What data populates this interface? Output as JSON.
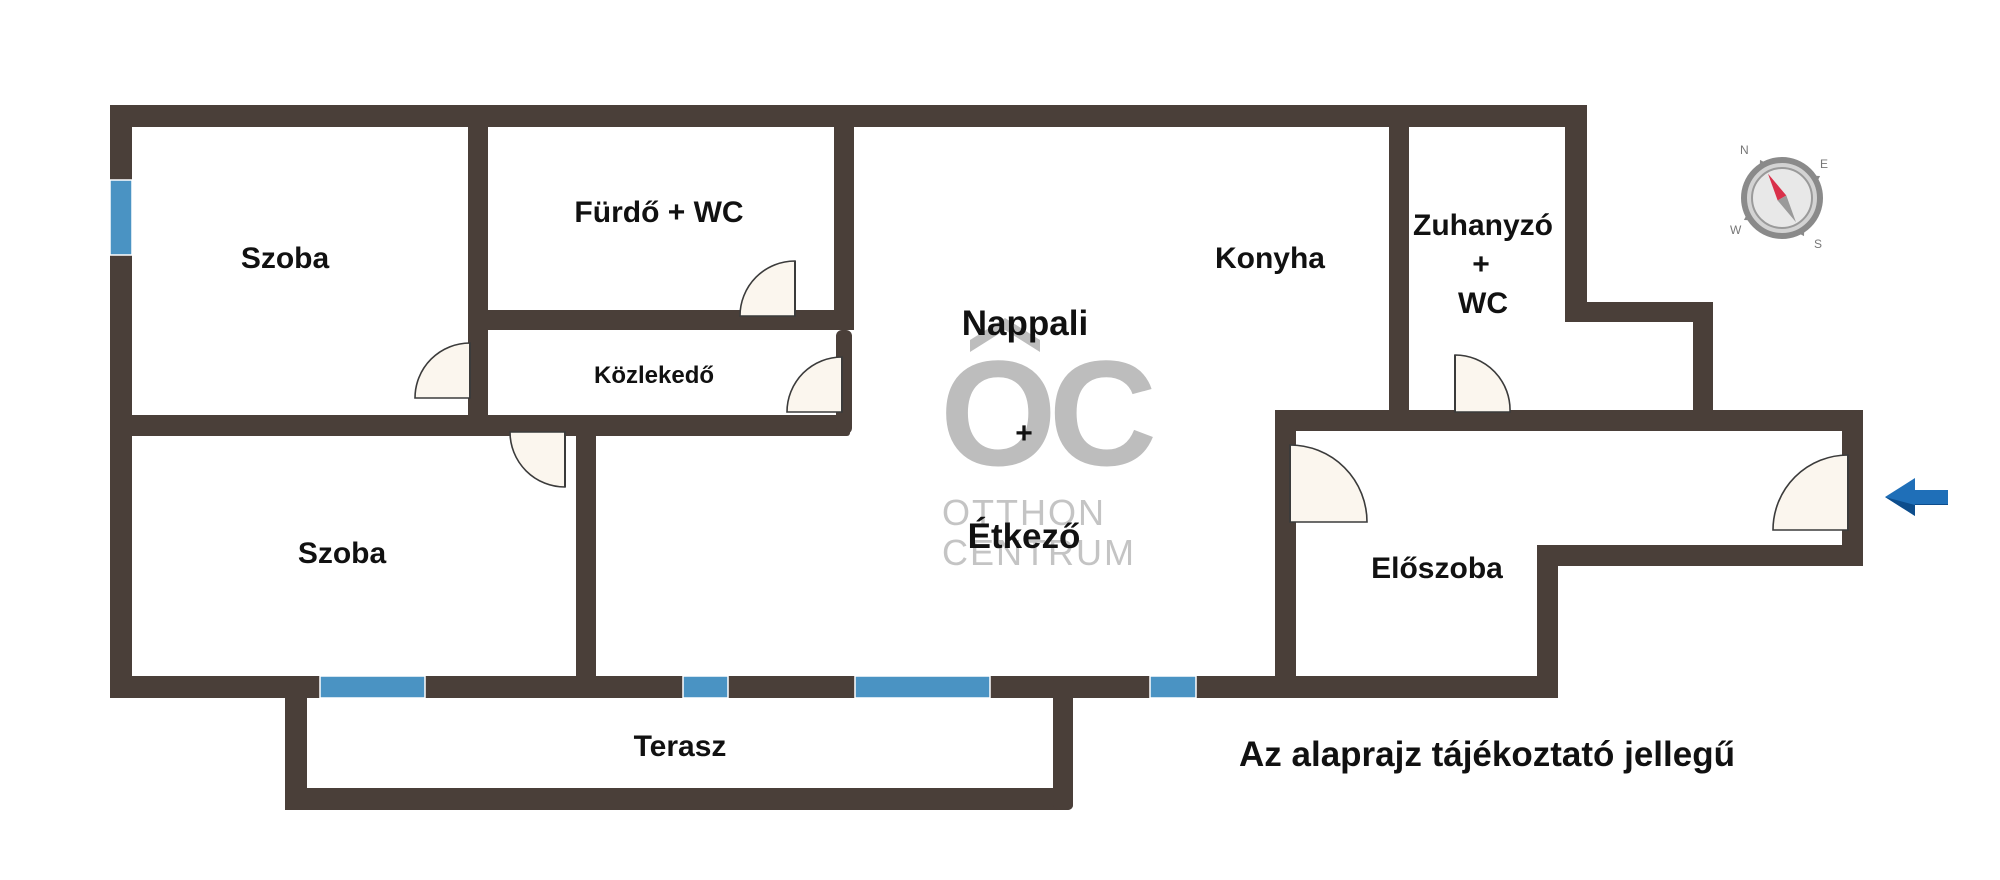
{
  "rooms": {
    "szoba_top": "Szoba",
    "furdo": "Fürdő + WC",
    "kozlekedo": "Közlekedő",
    "nappali": "Nappali",
    "plus_mid": "+",
    "etkezo": "Étkező",
    "konyha": "Konyha",
    "zuhanyzo": "Zuhanyzó",
    "plus_right": "+",
    "wc": "WC",
    "szoba_bottom": "Szoba",
    "eloszoba": "Előszoba",
    "terasz": "Terasz"
  },
  "note": "Az alaprajz tájékoztató jellegű",
  "watermark": {
    "logo": "OC",
    "line1": "OTTHON",
    "line2": "CENTRUM"
  },
  "compass": {
    "n": "N",
    "e": "E",
    "s": "S",
    "w": "W"
  },
  "colors": {
    "wall": "#4a3f39",
    "window": "#4a93c3",
    "door": "#fbf6ee",
    "entrance_arrow": "#1f6fb8",
    "compass_needle": "#d9304a"
  },
  "icons": {
    "entrance": "arrow-left-icon",
    "compass": "compass-icon"
  }
}
